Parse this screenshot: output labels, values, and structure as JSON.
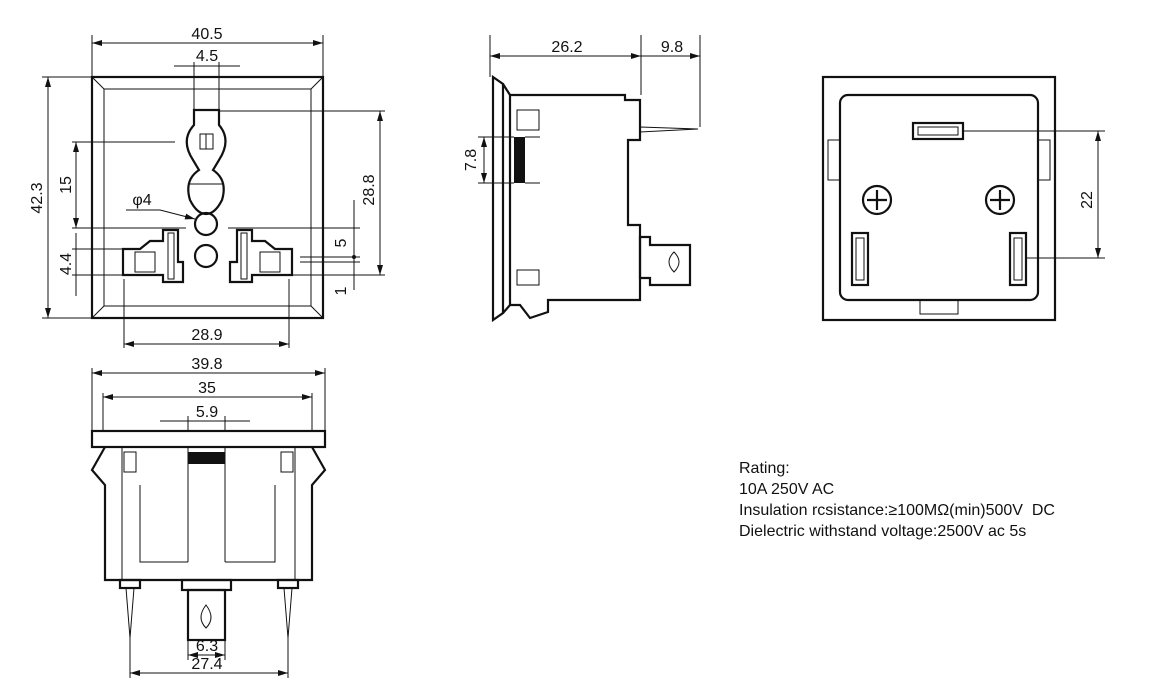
{
  "front_view": {
    "dims": {
      "width_total": "40.5",
      "pin_width": "4.5",
      "height_total": "42.3",
      "pin_offset": "15",
      "hole_dia": "φ4",
      "span_vertical": "28.8",
      "gap": "5",
      "socket_height": "4.4",
      "step": "1",
      "socket_span": "28.9"
    }
  },
  "side_view": {
    "dims": {
      "depth": "26.2",
      "pin_length": "9.8",
      "slot_height": "7.8"
    }
  },
  "back_view": {
    "dims": {
      "terminal_spacing": "22"
    }
  },
  "bottom_view": {
    "dims": {
      "plate_width": "39.8",
      "body_width": "35",
      "center_width": "5.9",
      "tab_width": "6.3",
      "pin_span": "27.4"
    }
  },
  "notes": {
    "title": "Rating:",
    "lines": [
      "10A 250V AC",
      "Insulation rcsistance:≥100MΩ(min)500V  DC",
      "Dielectric withstand voltage:2500V ac 5s"
    ]
  }
}
